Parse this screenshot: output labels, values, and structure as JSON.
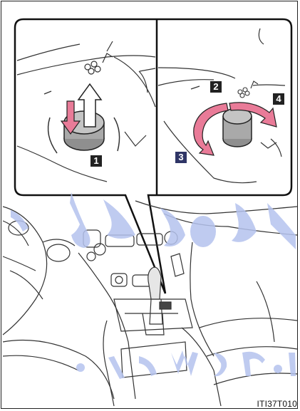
{
  "figure": {
    "code": "ITI37T010",
    "callouts": {
      "step1": "1",
      "step2": "2",
      "step3": "3",
      "step4": "4"
    },
    "colors": {
      "arrow": "#e97b98",
      "knob": "#a9a9a9",
      "badge": "#222222",
      "badge_alt": "#2f3566"
    }
  }
}
